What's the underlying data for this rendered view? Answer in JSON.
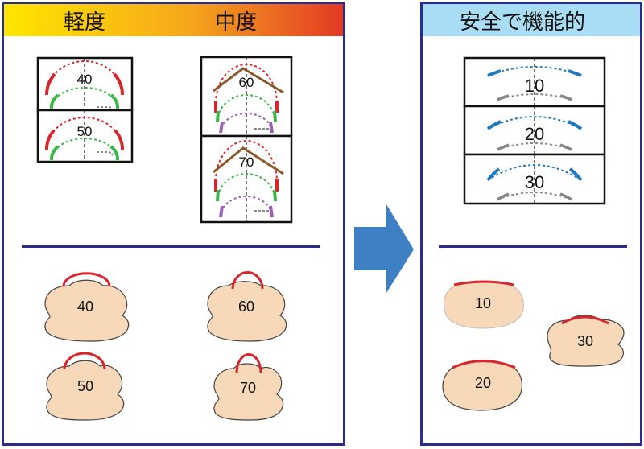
{
  "left_panel": {
    "header_mild": "軽度",
    "header_moderate": "中度",
    "xray_labels": [
      "40",
      "50",
      "60",
      "70"
    ],
    "bead_labels": [
      "40",
      "60",
      "50",
      "70"
    ]
  },
  "right_panel": {
    "header": "安全で機能的",
    "xray_labels": [
      "10",
      "20",
      "30"
    ],
    "bead_labels": [
      "10",
      "30",
      "20"
    ]
  },
  "colors": {
    "frame": "#2a2d8e",
    "header_gradient": [
      "#ffe400",
      "#e23a24"
    ],
    "header_right": "#a9dcf5",
    "arrow": "#3f7fc4",
    "red_arc": "#d9262c",
    "green_arc": "#3cb54a",
    "purple_arc": "#9b5fb0",
    "blue_arc": "#1f78c1",
    "brown_line": "#8b5a2b",
    "bead_fill": "#f7d8b8"
  }
}
